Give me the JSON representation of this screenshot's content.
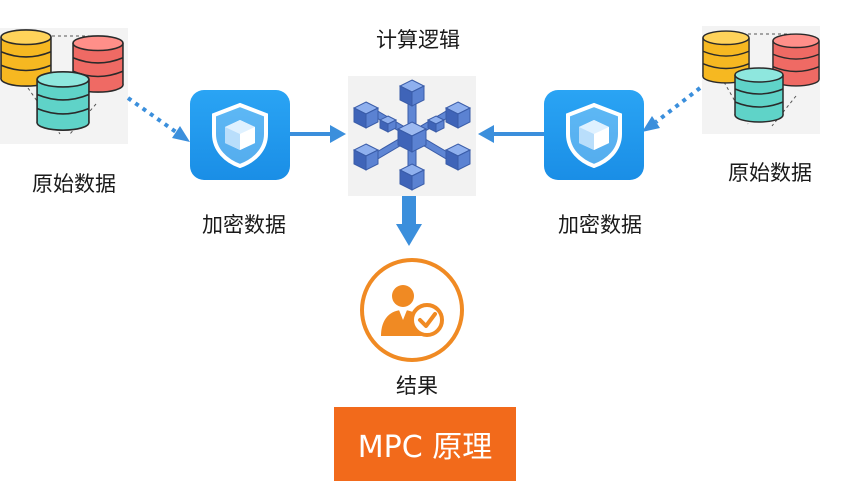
{
  "diagram": {
    "compute_label": "计算逻辑",
    "left_raw_label": "原始数据",
    "right_raw_label": "原始数据",
    "left_encrypted_label": "加密数据",
    "right_encrypted_label": "加密数据",
    "result_label": "结果",
    "title": "MPC 原理"
  },
  "colors": {
    "db_yellow": "#f6b821",
    "db_red": "#ef6a64",
    "db_teal": "#5fd3c8",
    "shield_blue": "#1f97ee",
    "arrow_blue": "#3b8fdc",
    "cube_blue": "#4b74c7",
    "result_orange": "#f08a23",
    "title_orange": "#f26a1b"
  },
  "icons": {
    "left_source": "database-cylinders-icon",
    "right_source": "database-cylinders-icon",
    "encryption": "shield-icon",
    "compute": "cube-network-icon",
    "result": "user-check-icon"
  }
}
